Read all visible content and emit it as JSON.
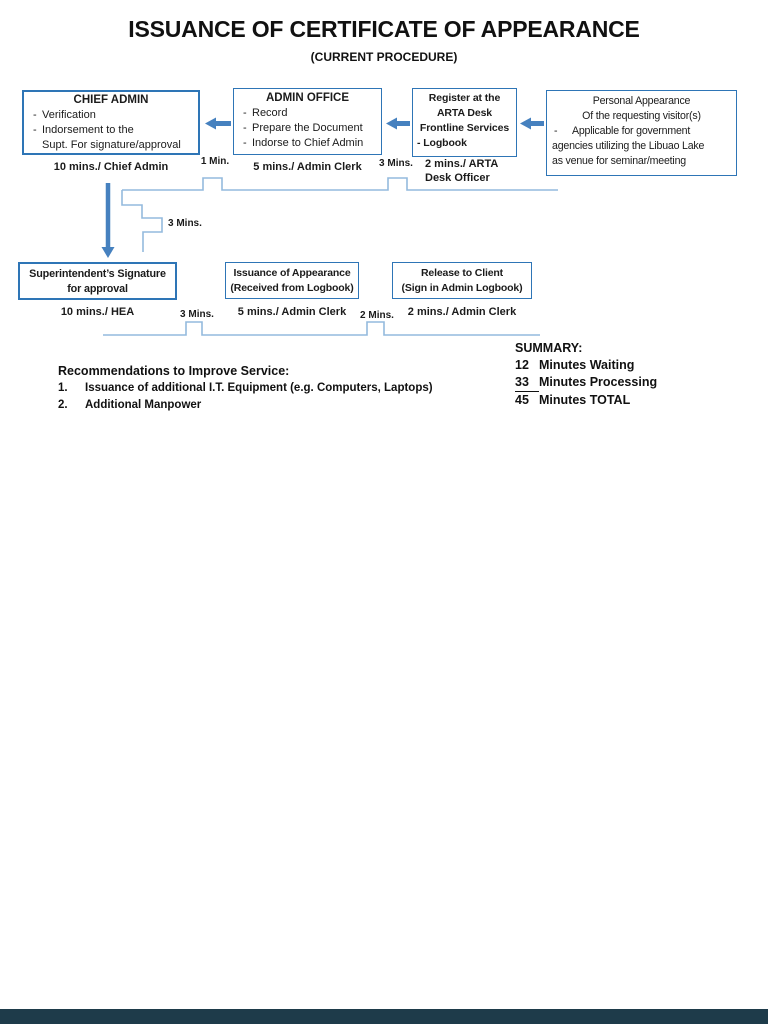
{
  "title": "ISSUANCE OF CERTIFICATE OF APPEARANCE",
  "subtitle": "(CURRENT PROCEDURE)",
  "glyphs": {
    "dash": "-"
  },
  "boxes": {
    "chief_admin": {
      "title": "CHIEF ADMIN",
      "item1": "Verification",
      "item2": "Indorsement to the",
      "item3": "Supt. For signature/approval"
    },
    "admin_office": {
      "title": "ADMIN OFFICE",
      "item1": "Record",
      "item2": "Prepare the Document",
      "item3": "Indorse to Chief Admin"
    },
    "arta_desk": {
      "line1": "Register at the",
      "line2": "ARTA Desk",
      "line3": "Frontline Services",
      "line4": "- Logbook"
    },
    "personal_appearance": {
      "line1": "Personal Appearance",
      "line2": "Of the requesting visitor(s)",
      "item1": "Applicable for government",
      "line4": "agencies utilizing the Libuao Lake",
      "line5": "as venue for seminar/meeting"
    },
    "superintendent": {
      "line1": "Superintendent’s Signature",
      "line2": "for approval"
    },
    "issuance": {
      "line1": "Issuance of Appearance",
      "line2": "(Received from Logbook)"
    },
    "release": {
      "line1": "Release to Client",
      "line2": "(Sign in Admin Logbook)"
    }
  },
  "time_labels": {
    "chief_admin": "10 mins./ Chief Admin",
    "wait_1": "1 Min.",
    "admin_office": "5 mins./ Admin Clerk",
    "wait_2": "3 Mins.",
    "arta_line1": "2 mins./ ARTA",
    "arta_line2": "Desk Officer",
    "wait_mid": "3 Mins.",
    "superintendent": "10 mins./ HEA",
    "wait_3": "3 Mins.",
    "issuance": "5 mins./ Admin Clerk",
    "wait_4": "2 Mins.",
    "release": "2 mins./ Admin Clerk"
  },
  "summary": {
    "heading": "SUMMARY:",
    "row1": {
      "value": "12",
      "label": "Minutes Waiting"
    },
    "row2": {
      "value": "33",
      "label": "Minutes Processing"
    },
    "row3": {
      "value": "45",
      "label": "Minutes TOTAL"
    }
  },
  "recommendations": {
    "heading": "Recommendations to Improve Service:",
    "item1_number": "1.",
    "item1": "Issuance of additional I.T. Equipment (e.g. Computers, Laptops)",
    "item2_number": "2.",
    "item2": "Additional Manpower"
  },
  "colors": {
    "box_border": "#2E75B6",
    "arrow": "#4681BF",
    "connector_line": "#94BADD",
    "footer_bar": "#1E3B4A",
    "text": "#1B1B1B"
  }
}
